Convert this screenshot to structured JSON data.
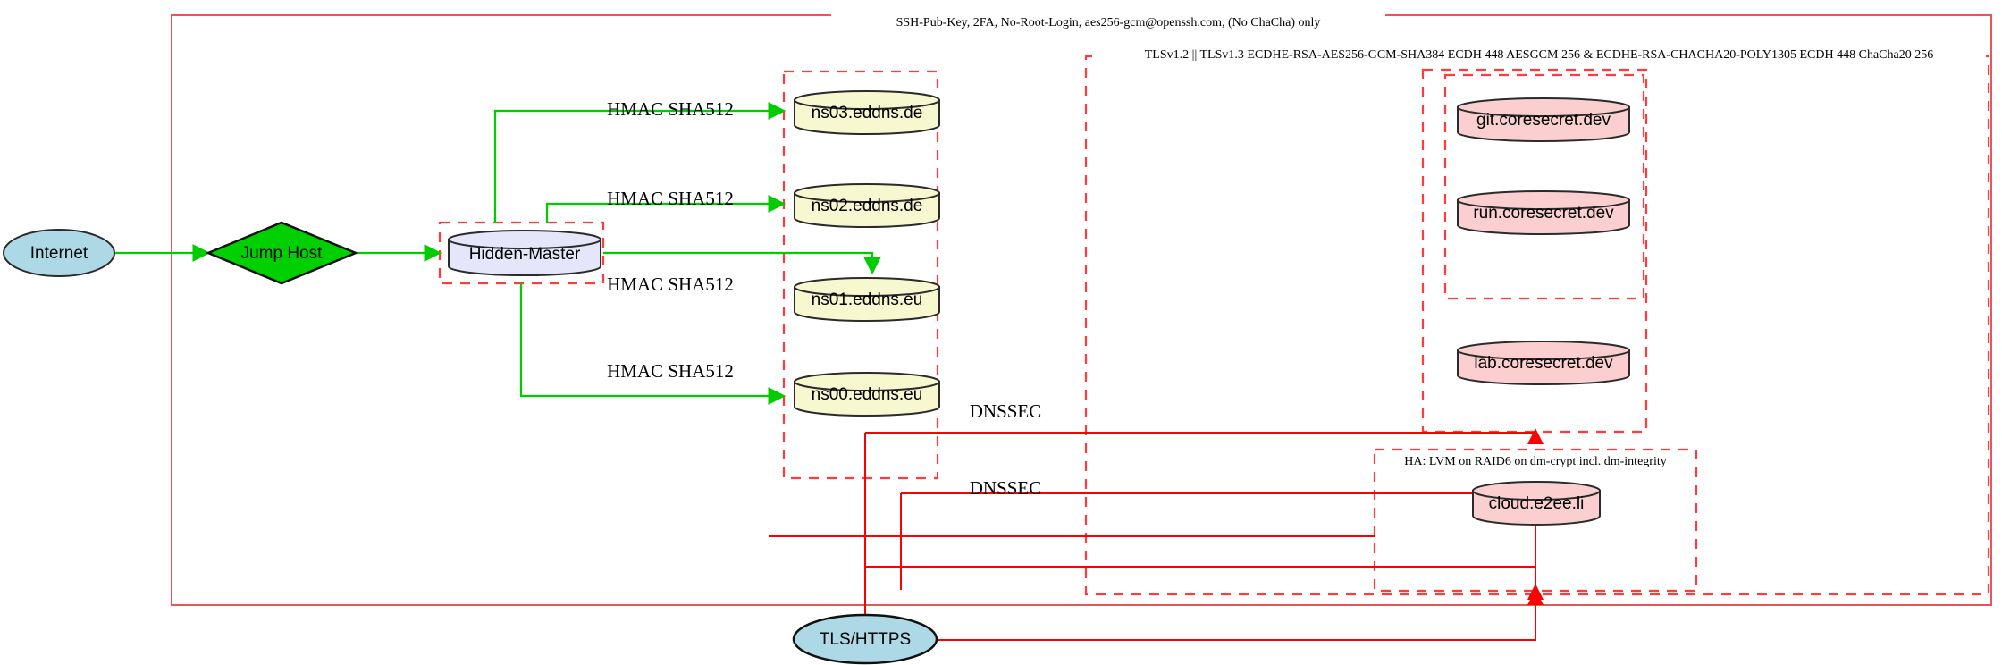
{
  "diagram": {
    "title": "Network security architecture diagram",
    "colors": {
      "internet_fill": "#add8e6",
      "jumphost_fill": "#00d000",
      "hidden_master_fill": "#e6e6fa",
      "dns_fill": "#f8f8d0",
      "service_fill": "#fbcfcf",
      "tls_fill": "#add8e6",
      "green_edge": "#00cc00",
      "red_edge": "#ff0000",
      "red_dashed_boundary": "#ff3b3b",
      "red_solid_boundary": "#e8555f"
    },
    "boundaries": [
      {
        "id": "ssh-zone",
        "label": "SSH-Pub-Key, 2FA, No-Root-Login, aes256-gcm@openssh.com, (No ChaCha) only",
        "style": "solid"
      },
      {
        "id": "tls-zone",
        "label": "TLSv1.2 || TLSv1.3 ECDHE-RSA-AES256-GCM-SHA384 ECDH 448 AESGCM 256 & ECDHE-RSA-CHACHA20-POLY1305 ECDH 448 ChaCha20 256",
        "style": "dashed"
      },
      {
        "id": "ha-zone",
        "label": "HA: LVM on RAID6 on dm-crypt incl. dm-integrity",
        "style": "dashed"
      },
      {
        "id": "hidden-master-zone",
        "label": "",
        "style": "dashed"
      },
      {
        "id": "dns-zone",
        "label": "",
        "style": "dashed"
      },
      {
        "id": "coresecret-zone",
        "label": "",
        "style": "dashed"
      },
      {
        "id": "coresecret-inner-zone",
        "label": "",
        "style": "dashed"
      }
    ],
    "nodes": [
      {
        "id": "internet",
        "label": "Internet",
        "shape": "ellipse"
      },
      {
        "id": "jump-host",
        "label": "Jump Host",
        "shape": "diamond"
      },
      {
        "id": "hidden-master",
        "label": "Hidden-Master",
        "shape": "cylinder"
      },
      {
        "id": "ns03",
        "label": "ns03.eddns.de",
        "shape": "cylinder"
      },
      {
        "id": "ns02",
        "label": "ns02.eddns.de",
        "shape": "cylinder"
      },
      {
        "id": "ns01",
        "label": "ns01.eddns.eu",
        "shape": "cylinder"
      },
      {
        "id": "ns00",
        "label": "ns00.eddns.eu",
        "shape": "cylinder"
      },
      {
        "id": "git",
        "label": "git.coresecret.dev",
        "shape": "cylinder"
      },
      {
        "id": "run",
        "label": "run.coresecret.dev",
        "shape": "cylinder"
      },
      {
        "id": "lab",
        "label": "lab.coresecret.dev",
        "shape": "cylinder"
      },
      {
        "id": "cloud",
        "label": "cloud.e2ee.li",
        "shape": "cylinder"
      },
      {
        "id": "tls-https",
        "label": "TLS/HTTPS",
        "shape": "ellipse"
      }
    ],
    "edges": [
      {
        "id": "e-internet-jump",
        "from": "internet",
        "to": "jump-host",
        "label": "",
        "color": "green"
      },
      {
        "id": "e-jump-master",
        "from": "jump-host",
        "to": "hidden-master",
        "label": "",
        "color": "green"
      },
      {
        "id": "e-master-ns03",
        "from": "hidden-master",
        "to": "ns03",
        "label": "HMAC SHA512",
        "color": "green"
      },
      {
        "id": "e-master-ns02",
        "from": "hidden-master",
        "to": "ns02",
        "label": "HMAC SHA512",
        "color": "green"
      },
      {
        "id": "e-master-ns01",
        "from": "hidden-master",
        "to": "ns01",
        "label": "HMAC SHA512",
        "color": "green"
      },
      {
        "id": "e-master-ns00",
        "from": "hidden-master",
        "to": "ns00",
        "label": "HMAC SHA512",
        "color": "green"
      },
      {
        "id": "e-dnssec-upper",
        "from": "ns00",
        "to": "coresecret-zone",
        "label": "DNSSEC",
        "color": "red"
      },
      {
        "id": "e-dnssec-lower",
        "from": "tls-https",
        "to": "ha-zone",
        "label": "DNSSEC",
        "color": "red"
      },
      {
        "id": "e-tls-services",
        "from": "tls-https",
        "to": "tls-zone",
        "label": "",
        "color": "red"
      }
    ]
  }
}
